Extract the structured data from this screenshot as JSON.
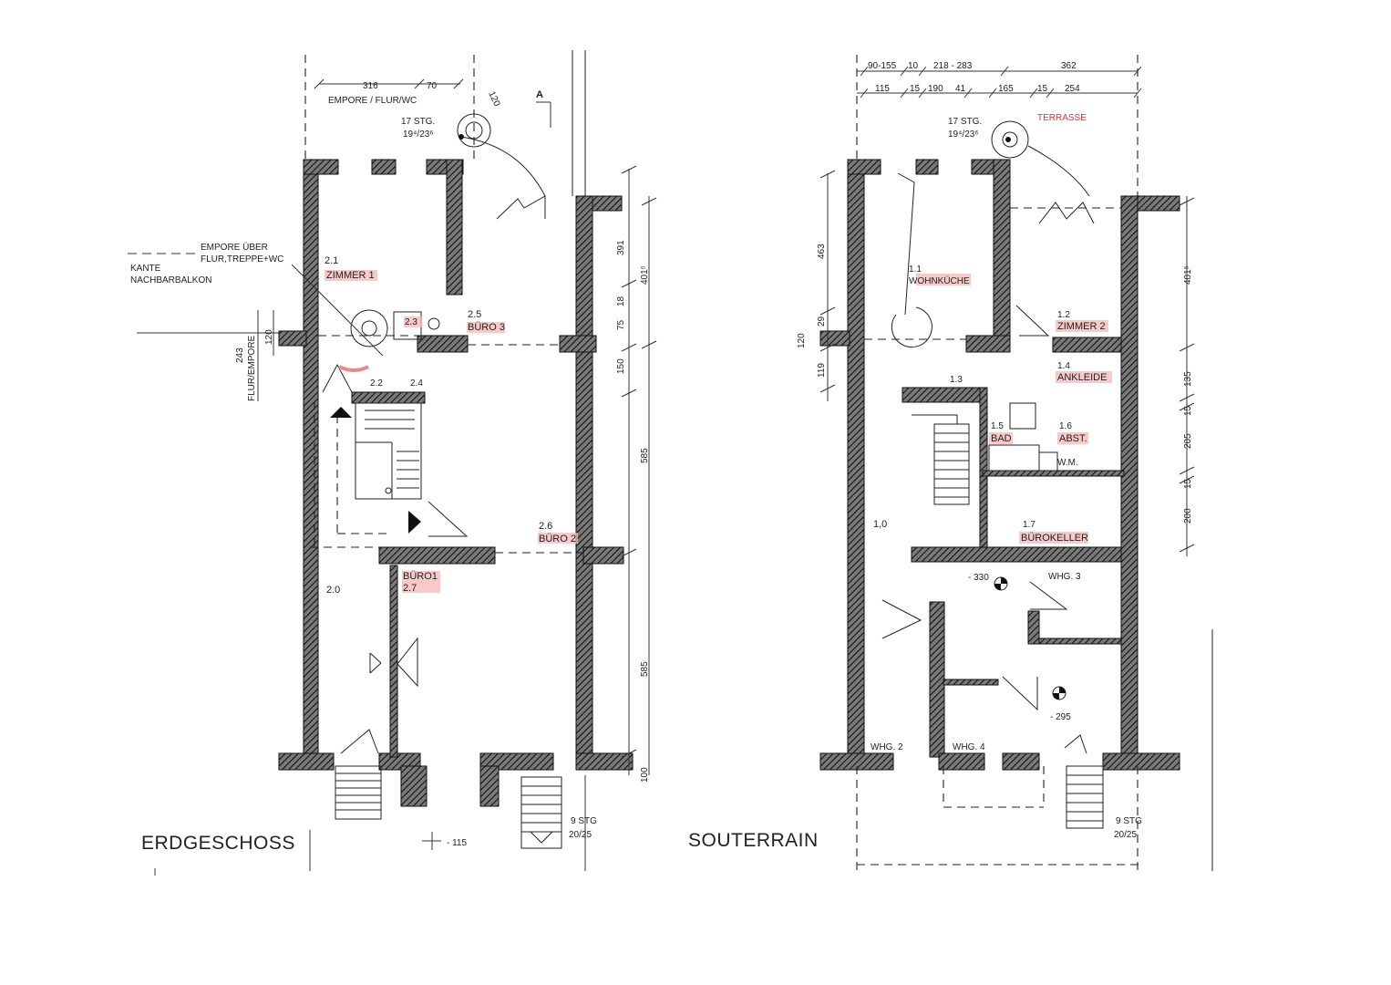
{
  "floors": {
    "erdgeschoss": {
      "title": "ERDGESCHOSS",
      "rooms": {
        "r21_num": "2.1",
        "r21_name": "ZIMMER 1",
        "r23": "2.3",
        "r25_num": "2.5",
        "r25_name": "BÜRO 3",
        "r22": "2.2",
        "r24": "2.4",
        "r26_num": "2.6",
        "r26_name": "BÜRO 2",
        "r27_name": "BÜRO1",
        "r27_num": "2.7",
        "r20": "2.0"
      },
      "notes": {
        "empore_flur_wc": "EMPORE / FLUR/WC",
        "empore_ueber_1": "EMPORE ÜBER",
        "empore_ueber_2": "FLUR,TREPPE+WC",
        "kante_1": "KANTE",
        "kante_2": "NACHBARBALKON",
        "flur_empore": "FLUR/EMPORE",
        "stg_top_1": "17 STG.",
        "stg_top_2": "19⁴/23⁶",
        "stg_bottom_1": "9 STG",
        "stg_bottom_2": "20/25",
        "section_a": "A",
        "level": "- 115"
      },
      "dims": {
        "d316": "316",
        "d70": "70",
        "d120": "120",
        "d391": "391",
        "d4015": "401⁵",
        "d18": "18",
        "d75": "75",
        "d150": "150",
        "d585a": "585",
        "d585b": "585",
        "d100": "100",
        "d243": "243",
        "d120b": "120"
      }
    },
    "souterrain": {
      "title": "SOUTERRAIN",
      "rooms": {
        "r11_num": "1.1",
        "r11_name": "WOHNKÜCHE",
        "r12_num": "1.2",
        "r12_name": "ZIMMER 2",
        "r13": "1.3",
        "r14_num": "1.4",
        "r14_name": "ANKLEIDE",
        "r15_num": "1.5",
        "r15_name": "BAD",
        "r16_num": "1.6",
        "r16_name": "ABST.",
        "wm": "W.M.",
        "r10": "1,0",
        "r17_num": "1.7",
        "r17_name": "BÜROKELLER",
        "whg3": "WHG. 3",
        "whg2": "WHG. 2",
        "whg4": "WHG. 4"
      },
      "notes": {
        "terrasse": "TERRASSE",
        "stg_top_1": "17 STG.",
        "stg_top_2": "19⁴/23⁶",
        "stg_bottom_1": "9 STG",
        "stg_bottom_2": "20/25",
        "level1": "- 330",
        "level2": "- 295"
      },
      "dims": {
        "top_row1": [
          "90-155",
          "10",
          "218 - 283",
          "362"
        ],
        "top_row2": [
          "115",
          "15",
          "190",
          "41",
          "165",
          "15",
          "254"
        ],
        "d463": "463",
        "d29": "29",
        "d120": "120",
        "d119": "119",
        "d4015": "401⁵",
        "d135": "135",
        "d15a": "15",
        "d205": "205",
        "d15b": "15",
        "d200": "200"
      }
    }
  },
  "colors": {
    "wall_hatch": "#4a4a4a",
    "highlight": "#f4b7b7",
    "annotation_red": "#d33"
  }
}
